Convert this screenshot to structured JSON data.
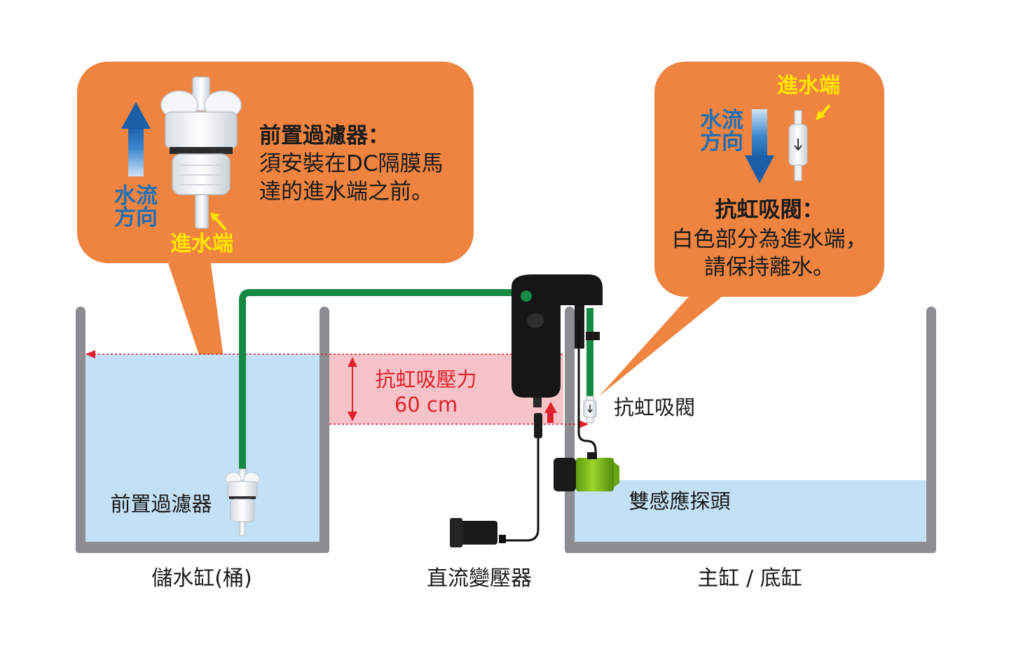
{
  "callout_left": {
    "title": "前置過濾器：",
    "desc_line1": "須安裝在DC隔膜馬",
    "desc_line2": "達的進水端之前。",
    "flow_line1": "水流",
    "flow_line2": "方向",
    "inlet": "進水端"
  },
  "callout_right": {
    "inlet": "進水端",
    "flow_line1": "水流",
    "flow_line2": "方向",
    "title": "抗虹吸閥：",
    "desc_line1": "白色部分為進水端，",
    "desc_line2": "請保持離水。"
  },
  "pressure": {
    "label": "抗虹吸壓力",
    "value": "60 cm"
  },
  "labels": {
    "prefilter": "前置過濾器",
    "valve": "抗虹吸閥",
    "sensor": "雙感應探頭",
    "reservoir": "儲水缸(桶)",
    "adapter": "直流變壓器",
    "main_tank": "主缸 / 底缸"
  },
  "colors": {
    "callout": "#ee8440",
    "water": "#c3e0f4",
    "tank_wall": "#8c8c91",
    "tube": "#158a45",
    "accent_yellow": "#ffe500",
    "arrow_blue": "#1f6fb5",
    "pressure_band": "#f6c4c8",
    "pressure_red": "#e0202c"
  }
}
